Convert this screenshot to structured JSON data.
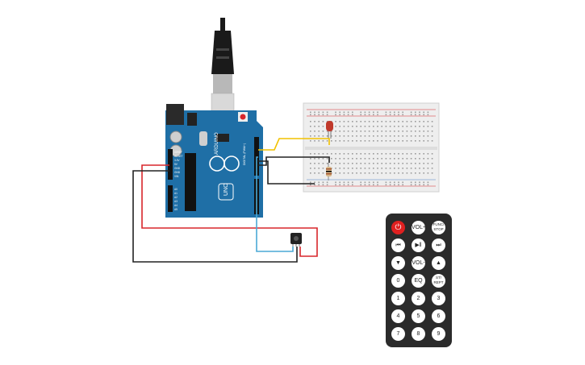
{
  "colors": {
    "board": "#1f6fa6",
    "usb": "#1a1a1a",
    "wire_red": "#d8262b",
    "wire_black": "#222222",
    "wire_yellow": "#f2c200",
    "wire_cyan": "#4aa9d6",
    "led": "#c0392b",
    "breadboard": "#eeeeee",
    "remote_body": "#2b2b2b",
    "power_button": "#e02020"
  },
  "board": {
    "brand_text": "ARDUINO",
    "model_text": "UNO",
    "pin_labels_left": [
      "IOREF",
      "RESET",
      "3.3V",
      "5V",
      "GND",
      "GND",
      "VIN"
    ],
    "analog_labels": [
      "A0",
      "A1",
      "A2",
      "A3",
      "A4",
      "A5"
    ],
    "digital_header_label": "DIGITAL (PWM~)"
  },
  "remote": {
    "buttons": [
      {
        "id": "power",
        "label": "⏻",
        "icon": "power-icon"
      },
      {
        "id": "vol-up",
        "label": "VOL+"
      },
      {
        "id": "func-stop",
        "label": "FUNC/ STOP"
      },
      {
        "id": "prev",
        "label": "⏮",
        "icon": "previous-icon"
      },
      {
        "id": "play-pause",
        "label": "▶‖",
        "icon": "play-pause-icon"
      },
      {
        "id": "next",
        "label": "⏭",
        "icon": "next-icon"
      },
      {
        "id": "down",
        "label": "▼",
        "icon": "down-arrow-icon"
      },
      {
        "id": "vol-down",
        "label": "VOL-"
      },
      {
        "id": "up",
        "label": "▲",
        "icon": "up-arrow-icon"
      },
      {
        "id": "zero",
        "label": "0"
      },
      {
        "id": "eq",
        "label": "EQ"
      },
      {
        "id": "st-rept",
        "label": "ST/ REPT"
      },
      {
        "id": "one",
        "label": "1"
      },
      {
        "id": "two",
        "label": "2"
      },
      {
        "id": "three",
        "label": "3"
      },
      {
        "id": "four",
        "label": "4"
      },
      {
        "id": "five",
        "label": "5"
      },
      {
        "id": "six",
        "label": "6"
      },
      {
        "id": "seven",
        "label": "7"
      },
      {
        "id": "eight",
        "label": "8"
      },
      {
        "id": "nine",
        "label": "9"
      }
    ]
  }
}
